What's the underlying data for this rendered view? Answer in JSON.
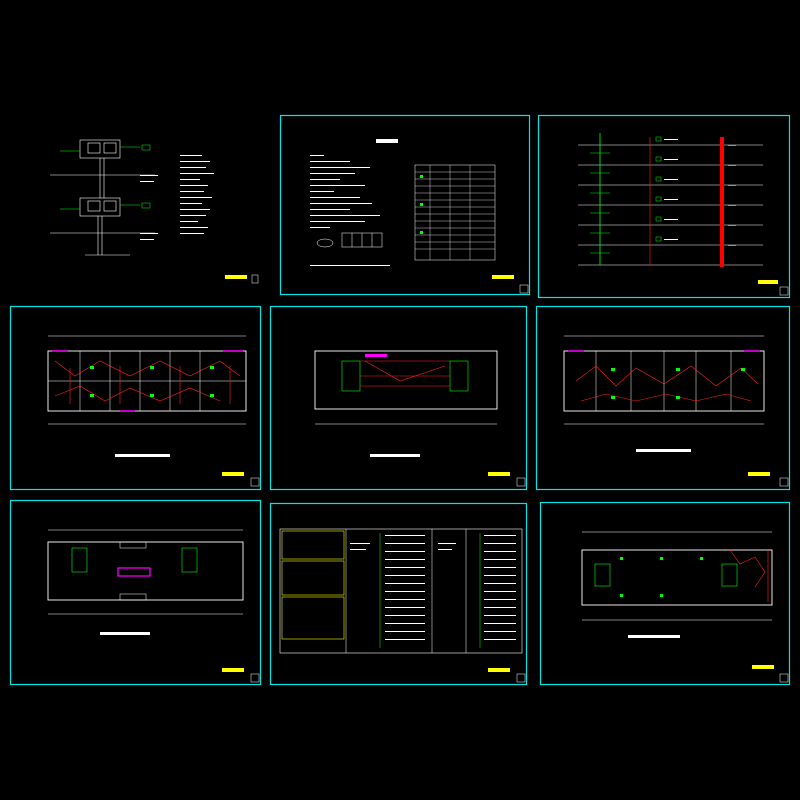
{
  "canvas": {
    "background": "#000000"
  },
  "palette": {
    "frame": "#00e5e5",
    "wall": "#ffffff",
    "circuit": "#ff2222",
    "equipment": "#00ff00",
    "accent": "#ff00ff",
    "titleblock": "#ffff00",
    "riser": "#ff0000"
  },
  "sheets": [
    {
      "id": "sheet-1",
      "content": "system-diagram",
      "title": ""
    },
    {
      "id": "sheet-2",
      "content": "design-notes",
      "title": ""
    },
    {
      "id": "sheet-3",
      "content": "riser-diagram",
      "title": ""
    },
    {
      "id": "sheet-4",
      "content": "floor-plan-lighting",
      "title": ""
    },
    {
      "id": "sheet-5",
      "content": "floor-plan-basement",
      "title": ""
    },
    {
      "id": "sheet-6",
      "content": "floor-plan-lighting",
      "title": ""
    },
    {
      "id": "sheet-7",
      "content": "roof-plan",
      "title": ""
    },
    {
      "id": "sheet-8",
      "content": "panel-schedule",
      "title": ""
    },
    {
      "id": "sheet-9",
      "content": "floor-plan-ground",
      "title": ""
    }
  ]
}
